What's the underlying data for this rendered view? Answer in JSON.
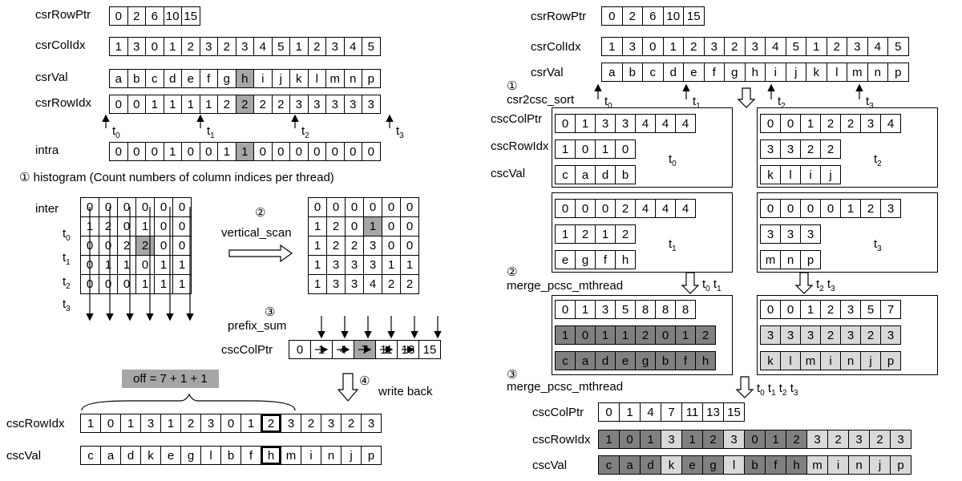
{
  "left": {
    "arrays": [
      {
        "id": "csrRowPtr",
        "label": "csrRowPtr",
        "values": [
          "0",
          "2",
          "6",
          "10",
          "15"
        ]
      },
      {
        "id": "csrColIdx",
        "label": "csrColIdx",
        "values": [
          "1",
          "3",
          "0",
          "1",
          "2",
          "3",
          "2",
          "3",
          "4",
          "5",
          "1",
          "2",
          "3",
          "4",
          "5"
        ]
      },
      {
        "id": "csrVal",
        "label": "csrVal",
        "values": [
          "a",
          "b",
          "c",
          "d",
          "e",
          "f",
          "g",
          "h",
          "i",
          "j",
          "k",
          "l",
          "m",
          "n",
          "p"
        ],
        "highlight": [
          7
        ]
      },
      {
        "id": "csrRowIdx",
        "label": "csrRowIdx",
        "values": [
          "0",
          "0",
          "1",
          "1",
          "1",
          "1",
          "2",
          "2",
          "2",
          "2",
          "3",
          "3",
          "3",
          "3",
          "3"
        ],
        "highlight": [
          7
        ]
      },
      {
        "id": "intra",
        "label": "intra",
        "values": [
          "0",
          "0",
          "0",
          "1",
          "0",
          "0",
          "1",
          "1",
          "0",
          "0",
          "0",
          "0",
          "0",
          "0",
          "0"
        ],
        "highlight": [
          7
        ]
      }
    ],
    "thread_markers": [
      {
        "label": "t",
        "sub": "0"
      },
      {
        "label": "t",
        "sub": "1"
      },
      {
        "label": "t",
        "sub": "2"
      },
      {
        "label": "t",
        "sub": "3"
      }
    ],
    "step1": "① histogram (Count numbers of column indices per thread)",
    "inter_label": "inter",
    "row_labels": [
      {
        "label": "t",
        "sub": "0"
      },
      {
        "label": "t",
        "sub": "1"
      },
      {
        "label": "t",
        "sub": "2"
      },
      {
        "label": "t",
        "sub": "3"
      }
    ],
    "inter_grid": [
      [
        "0",
        "0",
        "0",
        "0",
        "0",
        "0"
      ],
      [
        "1",
        "2",
        "0",
        "1",
        "0",
        "0"
      ],
      [
        "0",
        "0",
        "2",
        "2",
        "0",
        "0"
      ],
      [
        "0",
        "1",
        "1",
        "0",
        "1",
        "1"
      ],
      [
        "0",
        "0",
        "0",
        "1",
        "1",
        "1"
      ]
    ],
    "inter_highlight": [
      [
        2,
        3
      ]
    ],
    "step2_num": "②",
    "step2": "vertical_scan",
    "scan_grid": [
      [
        "0",
        "0",
        "0",
        "0",
        "0",
        "0"
      ],
      [
        "1",
        "2",
        "0",
        "1",
        "0",
        "0"
      ],
      [
        "1",
        "2",
        "2",
        "3",
        "0",
        "0"
      ],
      [
        "1",
        "3",
        "3",
        "3",
        "1",
        "1"
      ],
      [
        "1",
        "3",
        "3",
        "4",
        "2",
        "2"
      ]
    ],
    "scan_highlight": [
      [
        1,
        3
      ]
    ],
    "step3_num": "③",
    "step3": "prefix_sum",
    "csccolptr_label": "cscColPtr",
    "csccolptr": [
      "0",
      "1",
      "4",
      "7",
      "11",
      "13",
      "15"
    ],
    "csccolptr_highlight": [
      3
    ],
    "step4_num": "④",
    "step4": "write back",
    "off": "off = 7 + 1 + 1",
    "cscrowidx_label": "cscRowIdx",
    "cscrowidx": [
      "1",
      "0",
      "1",
      "3",
      "1",
      "2",
      "3",
      "0",
      "1",
      "2",
      "3",
      "2",
      "3",
      "2",
      "3"
    ],
    "cscval_label": "cscVal",
    "cscval": [
      "c",
      "a",
      "d",
      "k",
      "e",
      "g",
      "l",
      "b",
      "f",
      "h",
      "m",
      "i",
      "n",
      "j",
      "p"
    ],
    "bold_index": 9
  },
  "right": {
    "arrays": [
      {
        "id": "r_csrRowPtr",
        "label": "csrRowPtr",
        "values": [
          "0",
          "2",
          "6",
          "10",
          "15"
        ]
      },
      {
        "id": "r_csrColIdx",
        "label": "csrColIdx",
        "values": [
          "1",
          "3",
          "0",
          "1",
          "2",
          "3",
          "2",
          "3",
          "4",
          "5",
          "1",
          "2",
          "3",
          "4",
          "5"
        ]
      },
      {
        "id": "r_csrVal",
        "label": "csrVal",
        "values": [
          "a",
          "b",
          "c",
          "d",
          "e",
          "f",
          "g",
          "h",
          "i",
          "j",
          "k",
          "l",
          "m",
          "n",
          "p"
        ]
      }
    ],
    "thread_markers": [
      {
        "label": "t",
        "sub": "0"
      },
      {
        "label": "t",
        "sub": "1"
      },
      {
        "label": "t",
        "sub": "2"
      },
      {
        "label": "t",
        "sub": "3"
      }
    ],
    "step1_num": "①",
    "step1": "csr2csc_sort",
    "side_labels": [
      "cscColPtr",
      "cscRowIdx",
      "cscVal"
    ],
    "threads": [
      {
        "name": "t",
        "sub": "0",
        "colptr": [
          "0",
          "1",
          "3",
          "3",
          "4",
          "4",
          "4"
        ],
        "rowidx": [
          "1",
          "0",
          "1",
          "0"
        ],
        "val": [
          "c",
          "a",
          "d",
          "b"
        ]
      },
      {
        "name": "t",
        "sub": "2",
        "colptr": [
          "0",
          "0",
          "1",
          "2",
          "2",
          "3",
          "4"
        ],
        "rowidx": [
          "3",
          "3",
          "2",
          "2"
        ],
        "val": [
          "k",
          "l",
          "i",
          "j"
        ]
      },
      {
        "name": "t",
        "sub": "1",
        "colptr": [
          "0",
          "0",
          "0",
          "2",
          "4",
          "4",
          "4"
        ],
        "rowidx": [
          "1",
          "2",
          "1",
          "2"
        ],
        "val": [
          "e",
          "g",
          "f",
          "h"
        ]
      },
      {
        "name": "t",
        "sub": "3",
        "colptr": [
          "0",
          "0",
          "0",
          "0",
          "1",
          "2",
          "3"
        ],
        "rowidx": [
          "3",
          "3",
          "3"
        ],
        "val": [
          "m",
          "n",
          "p"
        ]
      }
    ],
    "step2_num": "②",
    "step2": "merge_pcsc_mthread",
    "merge_t01": "t",
    "merge_t23": "t",
    "merged01": {
      "colptr": [
        "0",
        "1",
        "3",
        "5",
        "8",
        "8",
        "8"
      ],
      "rowidx": [
        "1",
        "0",
        "1",
        "1",
        "2",
        "0",
        "1",
        "2"
      ],
      "val": [
        "c",
        "a",
        "d",
        "e",
        "g",
        "b",
        "f",
        "h"
      ]
    },
    "merged23": {
      "colptr": [
        "0",
        "0",
        "1",
        "2",
        "3",
        "5",
        "7"
      ],
      "rowidx": [
        "3",
        "3",
        "3",
        "2",
        "3",
        "2",
        "3"
      ],
      "val": [
        "k",
        "l",
        "m",
        "i",
        "n",
        "j",
        "p"
      ]
    },
    "step3_num": "③",
    "step3": "merge_pcsc_mthread",
    "final_colptr_label": "cscColPtr",
    "final_colptr": [
      "0",
      "1",
      "4",
      "7",
      "11",
      "13",
      "15"
    ],
    "final_rowidx_label": "cscRowIdx",
    "final_rowidx": [
      "1",
      "0",
      "1",
      "3",
      "1",
      "2",
      "3",
      "0",
      "1",
      "2",
      "3",
      "2",
      "3",
      "2",
      "3"
    ],
    "final_val_label": "cscVal",
    "final_val": [
      "c",
      "a",
      "d",
      "k",
      "e",
      "g",
      "l",
      "b",
      "f",
      "h",
      "m",
      "i",
      "n",
      "j",
      "p"
    ],
    "final_shade": [
      "dk",
      "dk",
      "dk",
      "lt",
      "dk",
      "dk",
      "lt",
      "dk",
      "dk",
      "dk",
      "lt",
      "lt",
      "lt",
      "lt",
      "lt"
    ]
  }
}
